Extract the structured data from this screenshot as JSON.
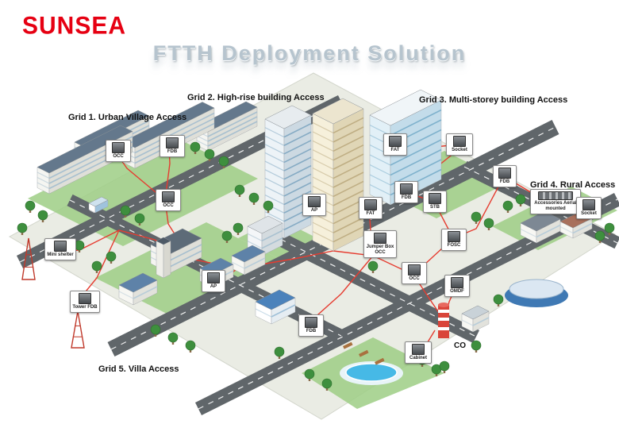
{
  "logo": {
    "text": "SUNSEA",
    "color": "#e60012"
  },
  "title": {
    "text": "FTTH Deployment Solution",
    "color": "#b6c4ce"
  },
  "grid_labels": [
    "Grid 1. Urban Village Access",
    "Grid 2. High-rise building Access",
    "Grid 3. Multi-storey building Access",
    "Grid 4. Rural Access",
    "Grid 5. Villa Access"
  ],
  "callouts": [
    {
      "id": "occ-village",
      "label": "OCC"
    },
    {
      "id": "fdb-village",
      "label": "FDB"
    },
    {
      "id": "occ-village-road",
      "label": "OCC"
    },
    {
      "id": "mini-shelter",
      "label": "Mini shelter"
    },
    {
      "id": "tower-fdb",
      "label": "Tower FDB"
    },
    {
      "id": "ap-highrise",
      "label": "AP"
    },
    {
      "id": "fat-highrise",
      "label": "FAT"
    },
    {
      "id": "jumper-box-occ",
      "label": "Jumper Box OCC"
    },
    {
      "id": "occ-center",
      "label": "OCC"
    },
    {
      "id": "fdb-center",
      "label": "FDB"
    },
    {
      "id": "fat-multistorey",
      "label": "FAT"
    },
    {
      "id": "socket-multistorey",
      "label": "Socket"
    },
    {
      "id": "fdb-multistorey",
      "label": "FDB"
    },
    {
      "id": "stb",
      "label": "STB"
    },
    {
      "id": "fosc",
      "label": "FOSC"
    },
    {
      "id": "fdb-rural",
      "label": "FDB"
    },
    {
      "id": "accessories-aerial",
      "label": "Accessories Aerial mounted"
    },
    {
      "id": "socket-rural",
      "label": "Socket"
    },
    {
      "id": "omdf",
      "label": "OMDF"
    },
    {
      "id": "cabinet",
      "label": "Cabinet"
    },
    {
      "id": "ap-villa",
      "label": "AP"
    }
  ],
  "co_label": "CO",
  "colors": {
    "logo_red": "#e60012",
    "title_gray": "#b6c4ce",
    "fiber_red": "#e63c30",
    "road_gray": "#60666a",
    "ground": "#eaece4",
    "grass": "#9dce85"
  }
}
